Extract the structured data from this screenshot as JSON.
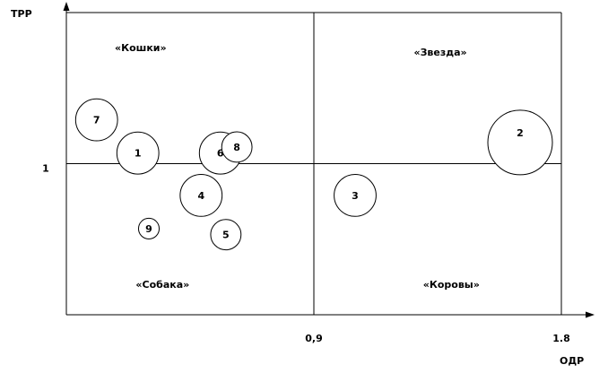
{
  "chart_data": {
    "type": "scatter",
    "title": "",
    "xlabel": "ОДР",
    "ylabel": "ТРР",
    "xticks": [
      {
        "value": 0.9,
        "label": "0,9"
      },
      {
        "value": 1.8,
        "label": "1.8"
      }
    ],
    "yticks": [
      {
        "value": 1,
        "label": "1"
      }
    ],
    "xlim": [
      0,
      1.8
    ],
    "ylim": [
      0,
      2
    ],
    "dividers": {
      "x": 0.9,
      "y": 1
    },
    "quadrants": [
      {
        "id": "cats",
        "label": "«Кошки»",
        "position": "top-left"
      },
      {
        "id": "star",
        "label": "«Звезда»",
        "position": "top-right"
      },
      {
        "id": "dog",
        "label": "«Собака»",
        "position": "bottom-left"
      },
      {
        "id": "cows",
        "label": "«Коровы»",
        "position": "bottom-right"
      }
    ],
    "points": [
      {
        "label": "7",
        "x": 0.11,
        "y": 1.29,
        "size": 0.65
      },
      {
        "label": "1",
        "x": 0.26,
        "y": 1.07,
        "size": 0.65
      },
      {
        "label": "6",
        "x": 0.56,
        "y": 1.07,
        "size": 0.65
      },
      {
        "label": "8",
        "x": 0.62,
        "y": 1.11,
        "size": 0.47
      },
      {
        "label": "4",
        "x": 0.49,
        "y": 0.79,
        "size": 0.65
      },
      {
        "label": "9",
        "x": 0.3,
        "y": 0.57,
        "size": 0.32
      },
      {
        "label": "5",
        "x": 0.58,
        "y": 0.53,
        "size": 0.47
      },
      {
        "label": "3",
        "x": 1.05,
        "y": 0.79,
        "size": 0.65
      },
      {
        "label": "2",
        "x": 1.65,
        "y": 1.14,
        "size": 1.0
      }
    ]
  }
}
